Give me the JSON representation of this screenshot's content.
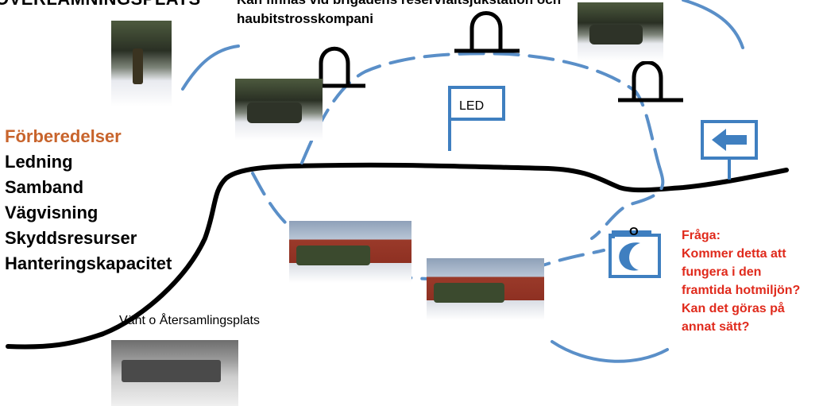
{
  "header": {
    "title": "ÖVERLÄMNINGSPLATS",
    "note_line1": "Kan finnas vid brigadens reservfältsjukstation och",
    "note_line2": "haubitstrosskompani"
  },
  "preparations": {
    "items": [
      "Förberedelser",
      "Ledning",
      "Samband",
      "Vägvisning",
      "Skyddsresurser",
      "Hanteringskapacitet"
    ]
  },
  "labels": {
    "led": "LED",
    "moon_mark": "O",
    "wait_caption": "Vänt o Återsamlingsplats"
  },
  "question": {
    "lines": [
      "Fråga:",
      "Kommer detta att",
      "fungera i den",
      "framtida hotmiljön?",
      "Kan det göras på",
      "annat sätt?"
    ]
  },
  "colors": {
    "accent_orange": "#c8642c",
    "question_red": "#e02a1c",
    "symbol_blue": "#3f7fc0",
    "road_black": "#000000",
    "dash_blue": "#5a8fc8"
  },
  "icons": {
    "tent": "tent-icon",
    "flag": "flag-icon",
    "arrow_sign": "arrow-sign-icon",
    "moon_sign": "moon-sign-icon"
  }
}
